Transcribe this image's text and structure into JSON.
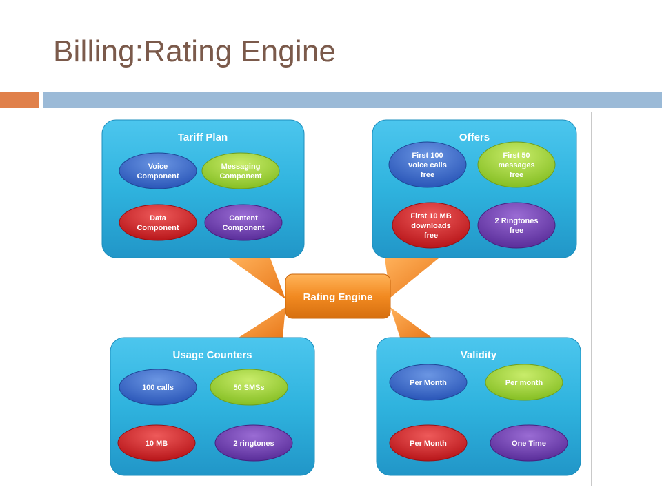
{
  "page": {
    "title": "Billing:Rating Engine"
  },
  "colors": {
    "title_text": "#7b5a4b",
    "accent_orange": "#e0804a",
    "accent_blue": "#9bbad7",
    "panel": "#2fb3de",
    "hub": "#f28a21"
  },
  "hub": {
    "label": "Rating Engine"
  },
  "panels": {
    "tariff": {
      "title": "Tariff Plan",
      "items": [
        {
          "lines": [
            "Voice",
            "Component"
          ],
          "color": "blue"
        },
        {
          "lines": [
            "Messaging",
            "Component"
          ],
          "color": "green"
        },
        {
          "lines": [
            "Data",
            "Component"
          ],
          "color": "red"
        },
        {
          "lines": [
            "Content",
            "Component"
          ],
          "color": "purple"
        }
      ]
    },
    "offers": {
      "title": "Offers",
      "items": [
        {
          "lines": [
            "First 100",
            "voice calls",
            "free"
          ],
          "color": "blue"
        },
        {
          "lines": [
            "First 50",
            "messages",
            "free"
          ],
          "color": "green"
        },
        {
          "lines": [
            "First 10 MB",
            "downloads",
            "free"
          ],
          "color": "red"
        },
        {
          "lines": [
            "2 Ringtones",
            "free"
          ],
          "color": "purple"
        }
      ]
    },
    "usage": {
      "title": "Usage Counters",
      "items": [
        {
          "lines": [
            "100 calls"
          ],
          "color": "blue"
        },
        {
          "lines": [
            "50 SMSs"
          ],
          "color": "green"
        },
        {
          "lines": [
            "10 MB"
          ],
          "color": "red"
        },
        {
          "lines": [
            "2 ringtones"
          ],
          "color": "purple"
        }
      ]
    },
    "validity": {
      "title": "Validity",
      "items": [
        {
          "lines": [
            "Per Month"
          ],
          "color": "blue"
        },
        {
          "lines": [
            "Per month"
          ],
          "color": "green"
        },
        {
          "lines": [
            "Per Month"
          ],
          "color": "red"
        },
        {
          "lines": [
            "One Time"
          ],
          "color": "purple"
        }
      ]
    }
  }
}
